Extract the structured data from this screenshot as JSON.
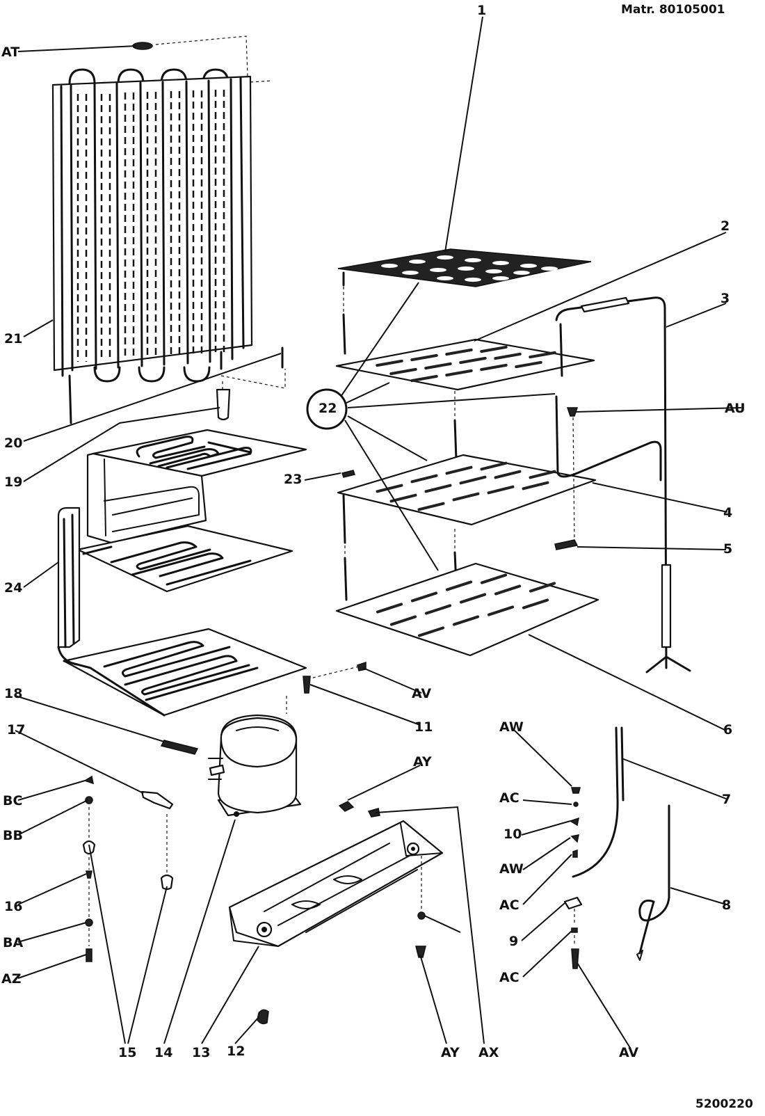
{
  "header": {
    "matr": "Matr. 80105001"
  },
  "footer": {
    "code": "5200220"
  },
  "labels": {
    "p1": "1",
    "p2": "2",
    "p3": "3",
    "au": "AU",
    "p4": "4",
    "p5": "5",
    "p6": "6",
    "at": "AT",
    "p21": "21",
    "p20": "20",
    "p19": "19",
    "p23": "23",
    "p22": "22",
    "p24": "24",
    "p18": "18",
    "p17": "17",
    "av1": "AV",
    "p11": "11",
    "ay1": "AY",
    "aw1": "AW",
    "ac1": "AC",
    "p10": "10",
    "aw2": "AW",
    "ac2": "AC",
    "p9": "9",
    "ac3": "AC",
    "p7": "7",
    "p8": "8",
    "bc": "BC",
    "bb": "BB",
    "p16": "16",
    "ba": "BA",
    "az": "AZ",
    "p15": "15",
    "p14": "14",
    "p13": "13",
    "p12": "12",
    "ay2": "AY",
    "ax": "AX",
    "av2": "AV"
  },
  "icons": [
    "condenser-icon",
    "wire-shelf-icon",
    "evaporator-icon",
    "compressor-icon",
    "base-plate-icon",
    "capillary-tube-icon",
    "thermostat-icon",
    "screw-icon"
  ]
}
